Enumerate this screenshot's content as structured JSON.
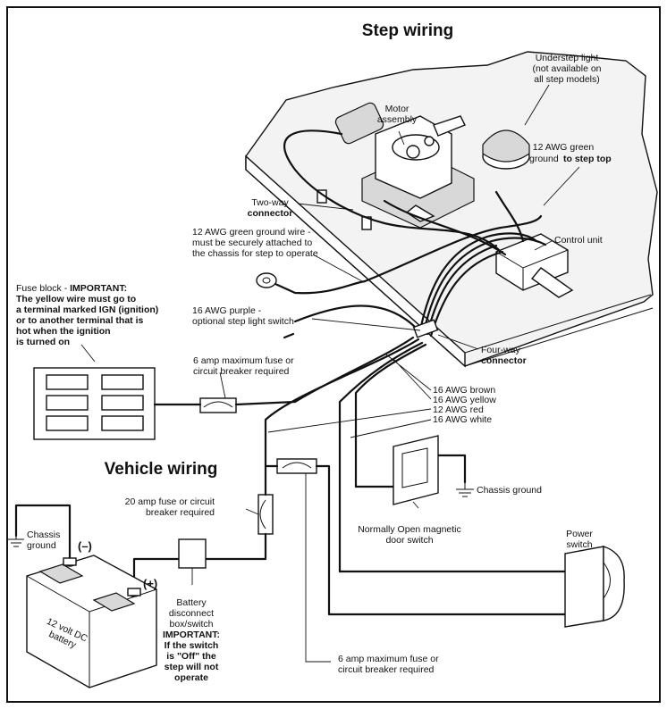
{
  "titles": {
    "step": "Step wiring",
    "vehicle": "Vehicle wiring"
  },
  "labels": {
    "understep": [
      "Understep light",
      "(not available on",
      "all step models)"
    ],
    "motor": [
      "Motor",
      "assembly"
    ],
    "green_ground_top": [
      "12 AWG green",
      "ground"
    ],
    "green_ground_top_bold": "to step top",
    "two_way": "Two-way",
    "two_way_bold": "connector",
    "green_wire": [
      "12 AWG green ground wire -",
      "must be securely attached to",
      "the chassis for step to operate"
    ],
    "control_unit": "Control unit",
    "fuse_block_prefix": "Fuse block - ",
    "fuse_block_important": "IMPORTANT:",
    "fuse_block_lines": [
      "The yellow wire must go to",
      "a terminal marked IGN (ignition)",
      "or to another terminal that is",
      " hot when the ignition",
      "is turned on"
    ],
    "purple": [
      "16 AWG purple -",
      "optional step light switch"
    ],
    "four_way": "Four-way",
    "four_way_bold": "connector",
    "fuse6_top": [
      "6 amp maximum fuse or",
      "circuit breaker required"
    ],
    "wire_colors": [
      "16 AWG brown",
      "16 AWG yellow",
      "12 AWG red",
      "16 AWG white"
    ],
    "fuse20": [
      "20 amp fuse or circuit",
      "breaker required"
    ],
    "chassis_ground_right": "Chassis ground",
    "chassis_ground_left": [
      "Chassis",
      "ground"
    ],
    "door_switch": [
      "Normally Open magnetic",
      "door switch"
    ],
    "power_switch": [
      "Power",
      "switch"
    ],
    "minus": "(–)",
    "plus": "(+)",
    "battery": [
      "12 volt DC",
      "battery"
    ],
    "disconnect": [
      "Battery",
      "disconnect",
      "box/switch"
    ],
    "disconnect_important": [
      "IMPORTANT:",
      "If the switch",
      "is \"Off\" the",
      "step will not",
      "operate"
    ],
    "fuse6_bottom": [
      "6 amp maximum fuse or",
      "circuit breaker required"
    ]
  }
}
